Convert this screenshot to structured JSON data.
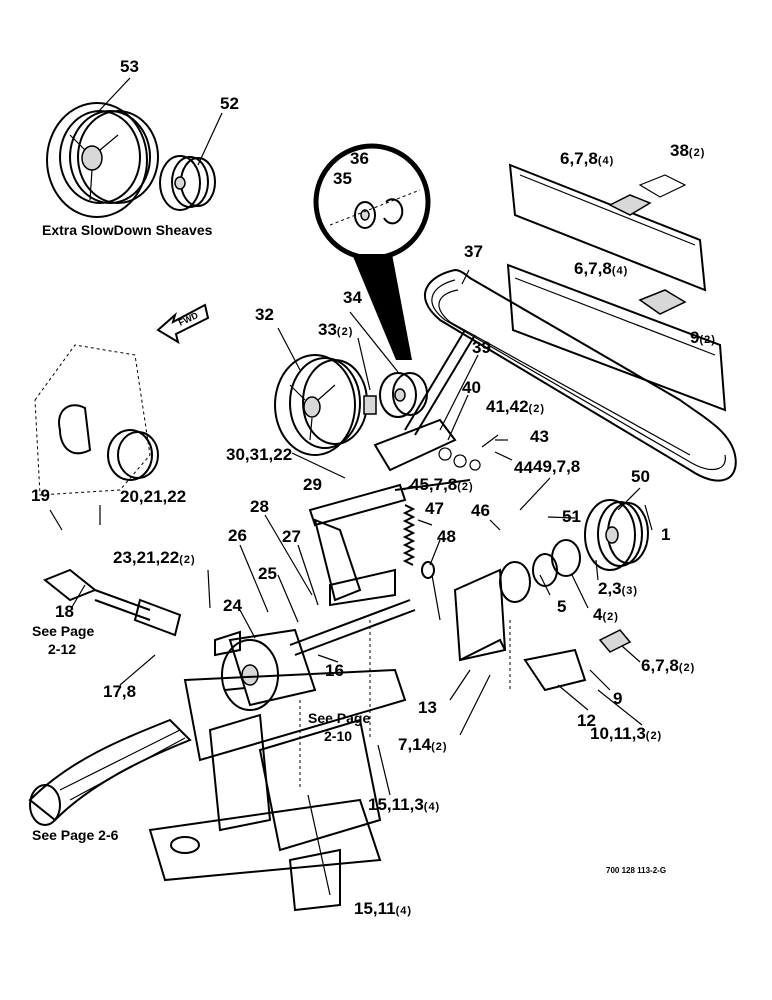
{
  "caption": "Extra SlowDown Sheaves",
  "refs": {
    "p2_12_a": "See Page",
    "p2_12_b": "2-12",
    "p2_10_a": "See Page",
    "p2_10_b": "2-10",
    "p2_6": "See Page 2-6"
  },
  "fwd": "FWD",
  "drawing_number": "700 128 113-2-G",
  "callouts": [
    {
      "id": "53",
      "text": "53",
      "qty": ""
    },
    {
      "id": "52",
      "text": "52",
      "qty": ""
    },
    {
      "id": "36",
      "text": "36",
      "qty": ""
    },
    {
      "id": "35",
      "text": "35",
      "qty": ""
    },
    {
      "id": "6_7_8_a",
      "text": "6,7,8",
      "qty": "(4)"
    },
    {
      "id": "38",
      "text": "38",
      "qty": "(2)"
    },
    {
      "id": "37",
      "text": "37",
      "qty": ""
    },
    {
      "id": "6_7_8_b",
      "text": "6,7,8",
      "qty": "(4)"
    },
    {
      "id": "9_a",
      "text": "9",
      "qty": "(2)"
    },
    {
      "id": "34",
      "text": "34",
      "qty": ""
    },
    {
      "id": "32",
      "text": "32",
      "qty": ""
    },
    {
      "id": "33",
      "text": "33",
      "qty": "(2)"
    },
    {
      "id": "39",
      "text": "39",
      "qty": ""
    },
    {
      "id": "40",
      "text": "40",
      "qty": ""
    },
    {
      "id": "41_42",
      "text": "41,42",
      "qty": "(2)"
    },
    {
      "id": "43",
      "text": "43",
      "qty": ""
    },
    {
      "id": "44",
      "text": "44",
      "qty": ""
    },
    {
      "id": "30_31_22",
      "text": "30,31,22",
      "qty": ""
    },
    {
      "id": "29",
      "text": "29",
      "qty": ""
    },
    {
      "id": "45_7_8",
      "text": "45,7,8",
      "qty": "(2)"
    },
    {
      "id": "49_7_8",
      "text": "49,7,8",
      "qty": ""
    },
    {
      "id": "50",
      "text": "50",
      "qty": ""
    },
    {
      "id": "19",
      "text": "19",
      "qty": ""
    },
    {
      "id": "20_21_22",
      "text": "20,21,22",
      "qty": ""
    },
    {
      "id": "28",
      "text": "28",
      "qty": ""
    },
    {
      "id": "47",
      "text": "47",
      "qty": ""
    },
    {
      "id": "46",
      "text": "46",
      "qty": ""
    },
    {
      "id": "51",
      "text": "51",
      "qty": ""
    },
    {
      "id": "1",
      "text": "1",
      "qty": ""
    },
    {
      "id": "26",
      "text": "26",
      "qty": ""
    },
    {
      "id": "27",
      "text": "27",
      "qty": ""
    },
    {
      "id": "48",
      "text": "48",
      "qty": ""
    },
    {
      "id": "23_21_22",
      "text": "23,21,22",
      "qty": "(2)"
    },
    {
      "id": "2_3",
      "text": "2,3",
      "qty": "(3)"
    },
    {
      "id": "25",
      "text": "25",
      "qty": ""
    },
    {
      "id": "24",
      "text": "24",
      "qty": ""
    },
    {
      "id": "5",
      "text": "5",
      "qty": ""
    },
    {
      "id": "4",
      "text": "4",
      "qty": "(2)"
    },
    {
      "id": "18",
      "text": "18",
      "qty": ""
    },
    {
      "id": "6_7_8_c",
      "text": "6,7,8",
      "qty": "(2)"
    },
    {
      "id": "16",
      "text": "16",
      "qty": ""
    },
    {
      "id": "9_b",
      "text": "9",
      "qty": ""
    },
    {
      "id": "17_8",
      "text": "17,8",
      "qty": ""
    },
    {
      "id": "13",
      "text": "13",
      "qty": ""
    },
    {
      "id": "12",
      "text": "12",
      "qty": ""
    },
    {
      "id": "7_14",
      "text": "7,14",
      "qty": "(2)"
    },
    {
      "id": "10_11_3",
      "text": "10,11,3",
      "qty": "(2)"
    },
    {
      "id": "15_11_3",
      "text": "15,11,3",
      "qty": "(4)"
    },
    {
      "id": "15_11",
      "text": "15,11",
      "qty": "(4)"
    }
  ]
}
